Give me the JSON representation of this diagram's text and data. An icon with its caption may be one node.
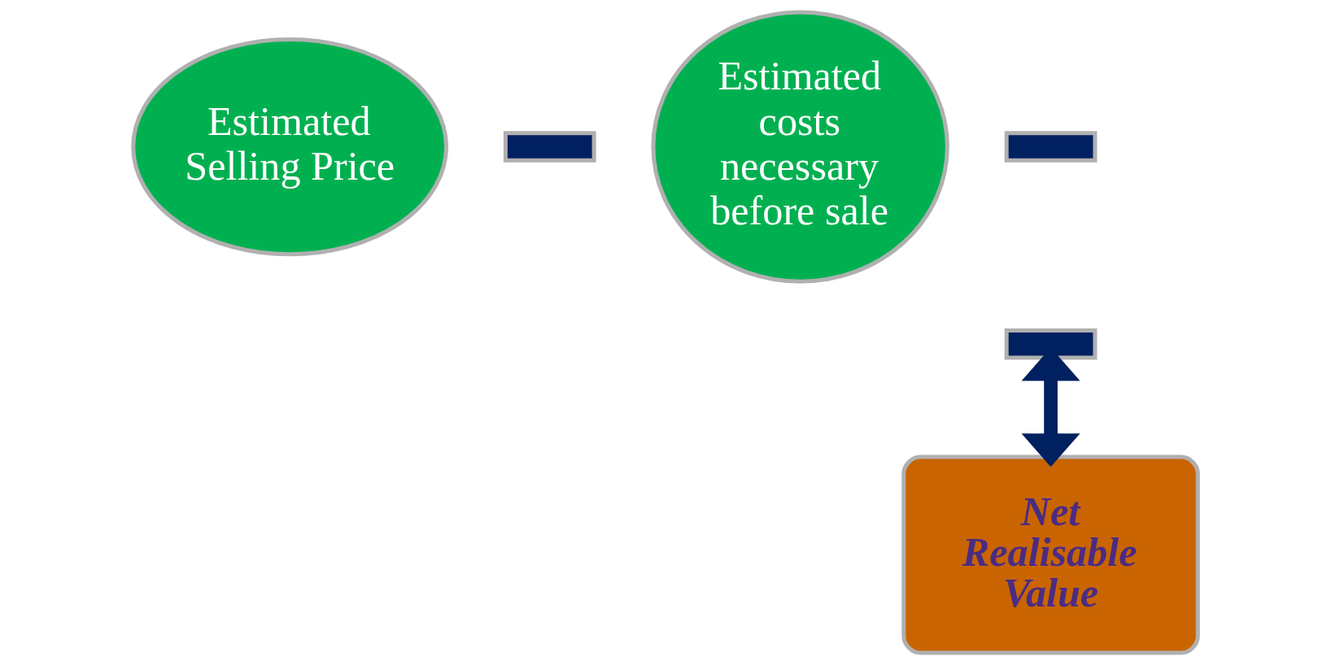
{
  "diagram": {
    "nodes": [
      {
        "text": [
          "Estimated Selling Price"
        ]
      },
      {
        "text": [],
        "shape": "bar"
      },
      {
        "text": [
          "Estimated costs necessary before sale"
        ]
      },
      {
        "text": [],
        "shape": "bar"
      },
      {
        "text": [],
        "shape": "bar"
      },
      {
        "text": [
          "Net Realisable Value"
        ]
      }
    ],
    "edges": [
      {
        "from": 4,
        "to": 5,
        "arrow": "both"
      }
    ]
  }
}
